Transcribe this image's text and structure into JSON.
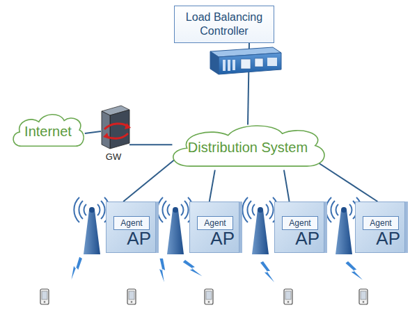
{
  "diagram": {
    "nodes": [
      {
        "text": [
          "Load Balancing Controller"
        ]
      },
      {
        "text": [
          "Internet"
        ]
      },
      {
        "text": [
          "Distribution System"
        ]
      },
      {
        "text": [
          "GW"
        ]
      },
      {
        "text": [
          "AP"
        ]
      },
      {
        "text": [
          "Agent"
        ],
        "in": 4
      },
      {
        "text": [
          "AP"
        ]
      },
      {
        "text": [
          "Agent"
        ],
        "in": 6
      },
      {
        "text": [
          "AP"
        ]
      },
      {
        "text": [
          "Agent"
        ],
        "in": 8
      },
      {
        "text": [
          "AP"
        ]
      },
      {
        "text": [
          "Agent"
        ],
        "in": 10
      }
    ],
    "edges": [
      {
        "from": 0,
        "to": 2,
        "arrow": "none"
      },
      {
        "from": 1,
        "to": 3,
        "arrow": "none"
      },
      {
        "from": 3,
        "to": 2,
        "arrow": "none"
      },
      {
        "from": 2,
        "to": 4,
        "arrow": "none"
      },
      {
        "from": 2,
        "to": 6,
        "arrow": "none"
      },
      {
        "from": 2,
        "to": 8,
        "arrow": "none"
      },
      {
        "from": 2,
        "to": 10,
        "arrow": "none"
      }
    ]
  }
}
